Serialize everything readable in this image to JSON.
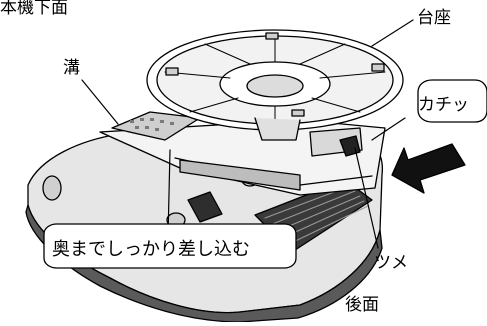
{
  "figure": {
    "heading": "本機下面",
    "labels": {
      "groove": "溝",
      "base": "台座",
      "click": "カチッ",
      "tab": "ツメ",
      "rear": "後面",
      "insert_instruction": "奥までしっかり差し込む"
    },
    "icons": {
      "device": "device-body-illustration",
      "stand": "stand-disc-illustration",
      "arrow": "insert-direction-arrow"
    }
  }
}
